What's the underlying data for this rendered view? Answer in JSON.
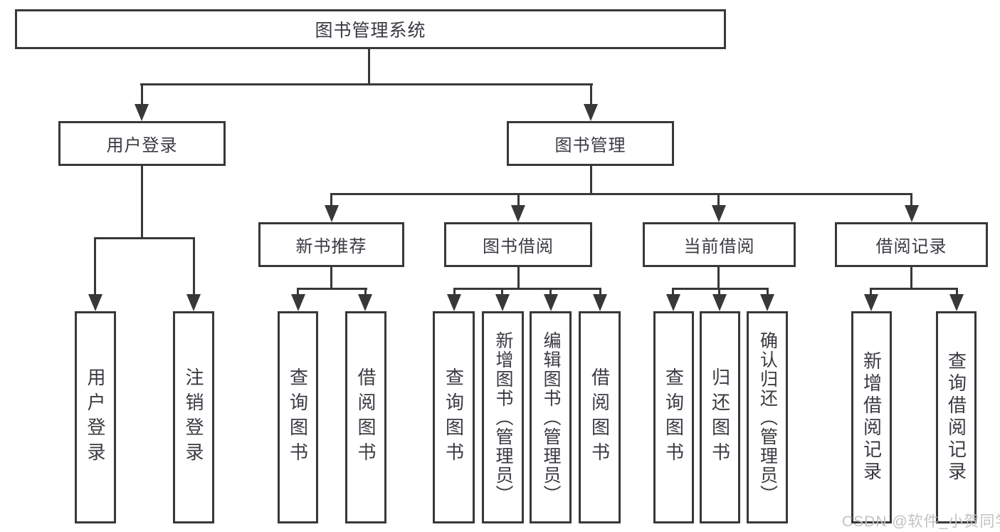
{
  "page": {
    "background": "#ffffff"
  },
  "colors": {
    "line": "#38383a",
    "box_border": "#38383a",
    "text": "#3a3a42",
    "watermark": "#c2c2c2"
  },
  "watermark": {
    "text": "CSDN @软件_小贺同学"
  },
  "tree": {
    "root": {
      "label": "图书管理系统"
    },
    "level2": [
      {
        "label": "用户登录",
        "children": [
          {
            "label": "用户登录"
          },
          {
            "label": "注销登录"
          }
        ]
      },
      {
        "label": "图书管理",
        "children": [
          {
            "label": "新书推荐",
            "children": [
              {
                "label": "查询图书"
              },
              {
                "label": "借阅图书"
              }
            ]
          },
          {
            "label": "图书借阅",
            "children": [
              {
                "label": "查询图书"
              },
              {
                "label": "新增图书（管理员）"
              },
              {
                "label": "编辑图书（管理员）"
              },
              {
                "label": "借阅图书"
              }
            ]
          },
          {
            "label": "当前借阅",
            "children": [
              {
                "label": "查询图书"
              },
              {
                "label": "归还图书"
              },
              {
                "label": "确认归还（管理员）"
              }
            ]
          },
          {
            "label": "借阅记录",
            "children": [
              {
                "label": "新增借阅记录"
              },
              {
                "label": "查询借阅记录"
              }
            ]
          }
        ]
      }
    ]
  }
}
